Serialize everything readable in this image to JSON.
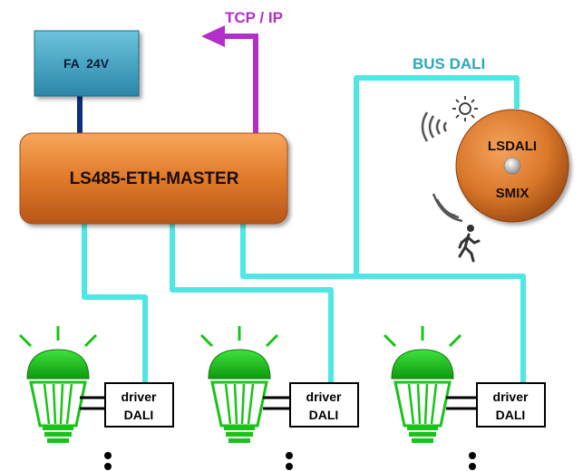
{
  "power_supply": {
    "label": "FA  24V"
  },
  "master": {
    "label": "LS485-ETH-MASTER"
  },
  "network": {
    "label": "TCP / IP"
  },
  "bus": {
    "label": "BUS DALI"
  },
  "sensor": {
    "line1": "LSDALI",
    "line2": "SMIX"
  },
  "drivers": [
    {
      "line1": "driver",
      "line2": "DALI"
    },
    {
      "line1": "driver",
      "line2": "DALI"
    },
    {
      "line1": "driver",
      "line2": "DALI"
    }
  ],
  "colors": {
    "dali_bus": "#4fe6e6",
    "tcp_ip": "#b32fc8",
    "power_line": "#0d2f80",
    "master_box": "#e07a2a",
    "power_box": "#3e9fbf",
    "sensor_disc": "#d9772a",
    "lamp": "#17c417"
  }
}
